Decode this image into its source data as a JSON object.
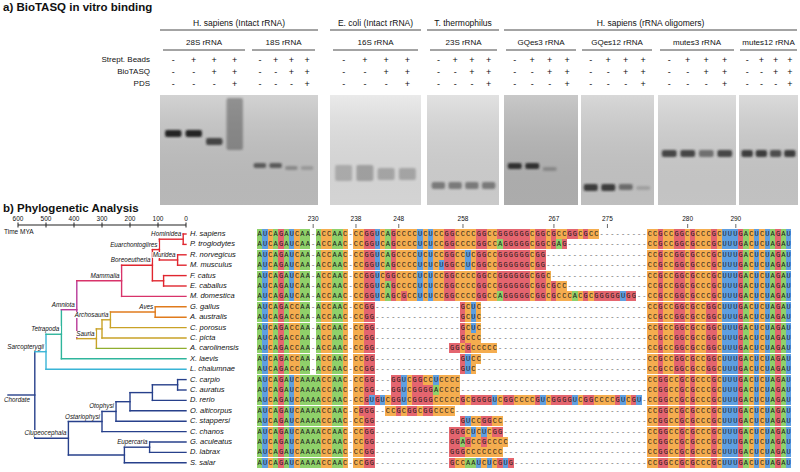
{
  "diagram": {
    "labels": [
      "a) BioTASQ in vitro binding",
      "H. sapiens (Intact rRNA)",
      "E. coli (Intact rRNA)",
      "T. thermophilus",
      "H. sapiens (rRNA oligomers)",
      "28S rRNA",
      "18S rRNA",
      "16S rRNA",
      "23S rRNA",
      "GQes3 rRNA",
      "GQes12 rRNA",
      "mutes3 rRNA",
      "mutes12 rRNA",
      "Strept. Beads",
      "BioTASQ",
      "PDS",
      "-",
      "+",
      "+",
      "+",
      "-",
      "-",
      "+",
      "+",
      "-",
      "-",
      "-",
      "+",
      "-",
      "+",
      "+",
      "+",
      "-",
      "-",
      "+",
      "+",
      "-",
      "-",
      "-",
      "+",
      "-",
      "+",
      "+",
      "+",
      "-",
      "-",
      "+",
      "+",
      "-",
      "-",
      "-",
      "+",
      "-",
      "+",
      "+",
      "+",
      "-",
      "-",
      "+",
      "+",
      "-",
      "-",
      "-",
      "+",
      "-",
      "+",
      "+",
      "+",
      "-",
      "-",
      "+",
      "+",
      "-",
      "-",
      "-",
      "+",
      "-",
      "+",
      "+",
      "+",
      "-",
      "-",
      "+",
      "+",
      "-",
      "-",
      "-",
      "+",
      "-",
      "+",
      "+",
      "+",
      "-",
      "-",
      "+",
      "+",
      "-",
      "-",
      "-",
      "+",
      "-",
      "+",
      "+",
      "+",
      "-",
      "-",
      "+",
      "+",
      "-",
      "-",
      "-",
      "+",
      "b) Phylogenetic Analysis",
      "600",
      "500",
      "400",
      "300",
      "200",
      "100",
      "0",
      "Time MYA",
      "Hominidea",
      "Euarchontoglires",
      "Muridea",
      "Boreoeutheria",
      "Mammalia",
      "Amniota",
      "Archosauria",
      "Aves",
      "Sauria",
      "Tetrapoda",
      "Sarcopterygii",
      "Chordate",
      "Otophysi",
      "Ostariophysi",
      "Clupeocephala",
      "Eupercaria",
      "H. sapiens",
      "P. troglodytes",
      "R. norvegicus",
      "M. musculus",
      "F. catus",
      "E. caballus",
      "M. domestica",
      "G. gallus",
      "A. australis",
      "C. porosus",
      "C. picta",
      "A. carolinensis",
      "X. laevis",
      "L. chalumnae",
      "C. carpio",
      "C. auratus",
      "D. rerio",
      "O. alticorpus",
      "C. stappersi",
      "C. chanos",
      "G. aculeatus",
      "D. labrax",
      "S. salar",
      "230",
      "238",
      "248",
      "258",
      "267",
      "275",
      "280",
      "290",
      "AUCAGAUCAA-ACCAAC-CCGGUCAGCCCCUCUCCGGCCCCGGCCGGGGGGCGGCGCCGGCGCC---------CCGCCGGCGCCCGCUUUGACUCUAGAU",
      "AUCAGAUCAA-ACCAAC-CCGGUCAGCCCCUCUCCGGCCCCGGCCAGGGGGCGGCGAG---------------CCGCCGGCGCCCGCUUUGACUCUAGAU",
      "AUCAGAUCAA-ACCAAC-CCGGUCAGCCCCUCUCCGGCCUCGGCCGGGGGGCGG-------------------CCGCCGGCGCCCGCUUUGACUCUAGAU",
      "AUCAGAUCAA-ACCAAC-CCGGUCAGCCCCUCUCUGGCCUCGGCCGGGGGGCGG-------------------CCGCCGGCGCCCGCUUUGACUCUAGAU",
      "AUCAGAUCAA-ACCAAC-CCGGUCGGCCCCUCUCCGGCCCCGGCCGGGGGGCGGC------------------CCGCCGGCGCCCGCUUUGACUCUAGAU",
      "AUCAGAUCAA-ACCAAC-CCGGUCAGCCCCUCUCCGGCCCCGGCCGGGGGGCGGCGCC---------------CCGCCGGCGCCCGCUUUGACUCUAGAU",
      "AUCAGAUCAA-ACCAAC-CCGGUCAGCGCCUCUCCGGCCCCGGCCAGGGGGCGGCGCCCACGCGGGGGUGG--CCGCCGGCGCCCGCUUUGACUCUAGAU",
      "AUCAGACCAA-ACCAAC-CCGG----------------GCUC-------------------------------CCGCCGGCGCCGGCUUUGACUCUAGAU",
      "AUCAGACCAA-ACCAAC-CCGG----------------GCUC-------------------------------CCGCCGGCGCCGGCUUUGACUCUAGAU",
      "AUCAGACCAA-ACCAAC-CCGG----------------GCUC-------------------------------CCGCCGGCGCCGGCUUUGACUCUAGAU",
      "AUCAGACCAA-ACCAAC-CCGG----------------GCCC-------------------------------CCGCCGGCGCCGGCUUUGACUCUAGAU",
      "AUCAGACCAA-ACCAAC-CCGG--------------GGCGCCCCC----------------------------CCGCCGGCGCCGGCUUUGACUCUAGAU",
      "AUCAGACCAA-ACCAAC-CCGG----------------GUCC-------------------------------CCGCCGGCGCCGGCUUUGACUCUAGAU",
      "AUCAGACCAA-ACCAAC-CCGG----------------GUC--------------------------------CCGCCGGCGCCGGCUUUGACUCUAGAU",
      "AUCAGAUCAAAACCAAC-CCGG---GGUCGGCCUCCCC-----------------------------------CCGGCCGCGCCCGCUUUGACUCUAGAU",
      "AUCAGAUCAAAACCAAC-CCGG---GGUCGGGGACCCC-----------------------------------CCGGCCGCGCCCGCUUUGACUCUAGAU",
      "AUCAGAUCAAAACCAAC-CCGUGUCGGUCGGGGCCCCCGCGGGGUCGGCCCCGUCGGGGUCGGCCCCGUCGU-CCGGCCGCGCCCGCUUUGACUCUAGAU",
      "AUCAGAUCAAAACCAAC-CGGG--CCGCGGCGGCCCC------------------------------------CCGGCCGCGCCCGCUUUGACUCUAGAU",
      "AUCAGAUCAAAACCAAC-CCGG----------------GUCCGGCC---------------------------CCGGCCGCGCCCGCUUUGACUCUAGAU",
      "AUCAGAUCAAAACCAAC-CCGG--------------GGGCUCUCGG---------------------------CCGGCCGCGCCCGCUUUGACUCUAGAU",
      "AUCAGAUCAAAACCAAC-CCGG--------------GGAGCCGCCCC--------------------------CCGGCCGCGCCCGCUUUGACUCUAGAU",
      "AUCAGAUCAAAACCAAC-CCGG--------------GGGCCCCCCC---------------------------CCGGCCGCGCCCGCUUUGACUCUAGAU",
      "AUCAGAUCAAAACCAAC-CCGG--------------GCCAAUCUCGUG-------------------------CCGGCCGCGCCCGCUUUGACUCUAGAU"
    ]
  }
}
